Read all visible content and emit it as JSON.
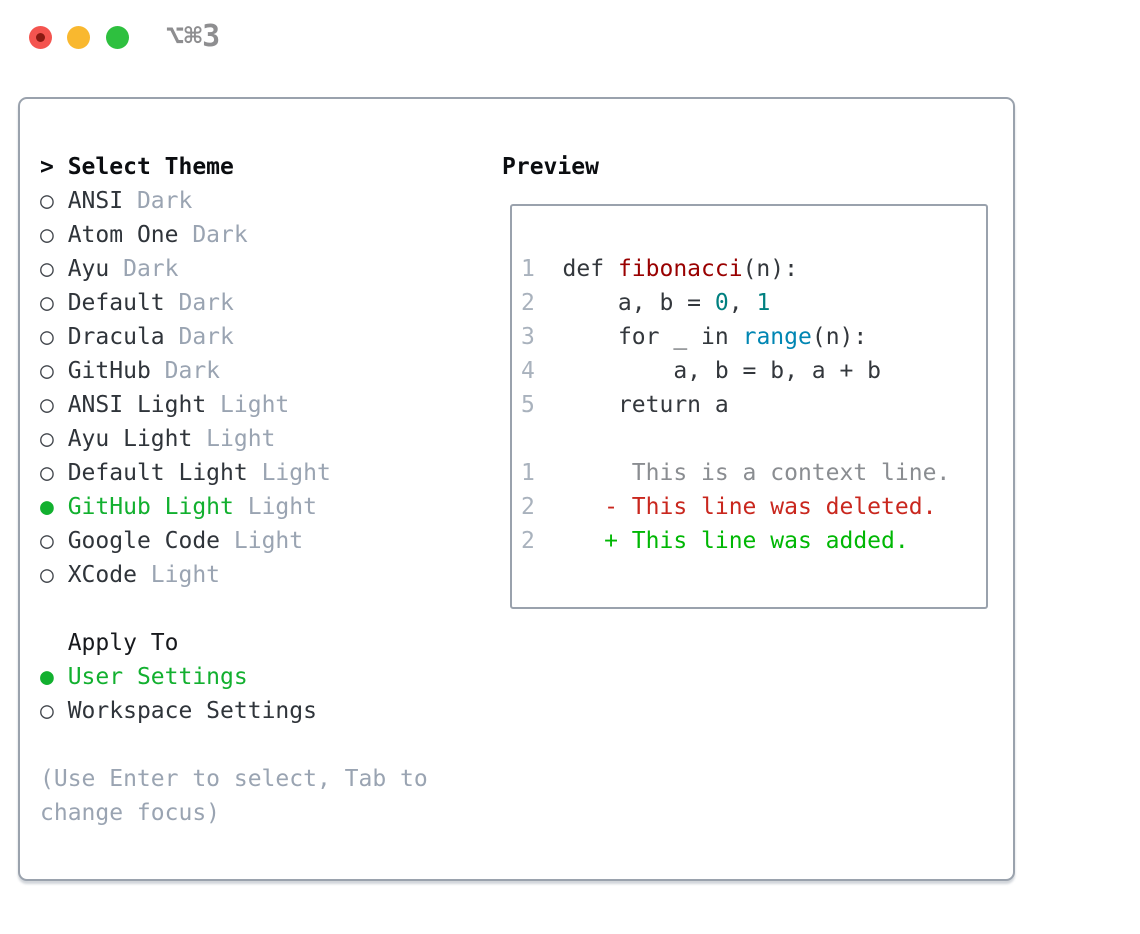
{
  "window": {
    "shortcut_label": "⌥⌘3",
    "traffic_lights": [
      {
        "name": "close",
        "color_key": "traffic_red"
      },
      {
        "name": "minimize",
        "color_key": "traffic_yellow"
      },
      {
        "name": "zoom",
        "color_key": "traffic_green"
      }
    ]
  },
  "theme_panel": {
    "title_prefix": ">",
    "title": "Select Theme",
    "items": [
      {
        "name": "ANSI",
        "variant": "Dark",
        "selected": false
      },
      {
        "name": "Atom One",
        "variant": "Dark",
        "selected": false
      },
      {
        "name": "Ayu",
        "variant": "Dark",
        "selected": false
      },
      {
        "name": "Default",
        "variant": "Dark",
        "selected": false
      },
      {
        "name": "Dracula",
        "variant": "Dark",
        "selected": false
      },
      {
        "name": "GitHub",
        "variant": "Dark",
        "selected": false
      },
      {
        "name": "ANSI Light",
        "variant": "Light",
        "selected": false
      },
      {
        "name": "Ayu Light",
        "variant": "Light",
        "selected": false
      },
      {
        "name": "Default Light",
        "variant": "Light",
        "selected": false
      },
      {
        "name": "GitHub Light",
        "variant": "Light",
        "selected": true
      },
      {
        "name": "Google Code",
        "variant": "Light",
        "selected": false
      },
      {
        "name": "XCode",
        "variant": "Light",
        "selected": false
      }
    ],
    "radio_unselected_icon": "○",
    "radio_selected_icon": "●",
    "apply_to": {
      "title": "Apply To",
      "options": [
        {
          "label": "User Settings",
          "selected": true
        },
        {
          "label": "Workspace Settings",
          "selected": false
        }
      ]
    },
    "help_lines": [
      "(Use Enter to select, Tab to",
      "change focus)"
    ]
  },
  "preview": {
    "title": "Preview",
    "code_lines": [
      {
        "num": "1",
        "segments": [
          {
            "c": "keyword",
            "t": "def "
          },
          {
            "c": "title",
            "t": "fibonacci"
          },
          {
            "c": "plain",
            "t": "(n):"
          }
        ]
      },
      {
        "num": "2",
        "segments": [
          {
            "c": "plain",
            "t": "    a, b = "
          },
          {
            "c": "number",
            "t": "0"
          },
          {
            "c": "plain",
            "t": ", "
          },
          {
            "c": "number",
            "t": "1"
          }
        ]
      },
      {
        "num": "3",
        "segments": [
          {
            "c": "plain",
            "t": "    "
          },
          {
            "c": "keyword",
            "t": "for"
          },
          {
            "c": "plain",
            "t": " _ "
          },
          {
            "c": "keyword",
            "t": "in"
          },
          {
            "c": "plain",
            "t": " "
          },
          {
            "c": "builtin",
            "t": "range"
          },
          {
            "c": "plain",
            "t": "(n):"
          }
        ]
      },
      {
        "num": "4",
        "segments": [
          {
            "c": "plain",
            "t": "        a, b = b, a + b"
          }
        ]
      },
      {
        "num": "5",
        "segments": [
          {
            "c": "plain",
            "t": "    "
          },
          {
            "c": "keyword",
            "t": "return"
          },
          {
            "c": "plain",
            "t": " a"
          }
        ]
      },
      {
        "blank": true
      },
      {
        "num": "1",
        "segments": [
          {
            "c": "context",
            "t": "     This is a context line."
          }
        ]
      },
      {
        "num": "2",
        "segments": [
          {
            "c": "deletion",
            "t": "   - This line was deleted."
          }
        ]
      },
      {
        "num": "2",
        "segments": [
          {
            "c": "addition",
            "t": "   + This line was added."
          }
        ]
      }
    ]
  },
  "colors": {
    "selection_green": "#12b02f",
    "addition_green": "#00b704",
    "deletion_red": "#c9271e",
    "function_red": "#990000",
    "number_teal": "#008080",
    "builtin_blue": "#0086b3",
    "muted_gray": "#9aa4b2",
    "line_number_gray": "#a9b2bd",
    "context_gray": "#8a8d91",
    "border_gray": "#9aa2ad",
    "text_dark": "#33373c",
    "traffic_red": "#f4544f",
    "traffic_yellow": "#f9b82f",
    "traffic_green": "#2ec03f"
  }
}
